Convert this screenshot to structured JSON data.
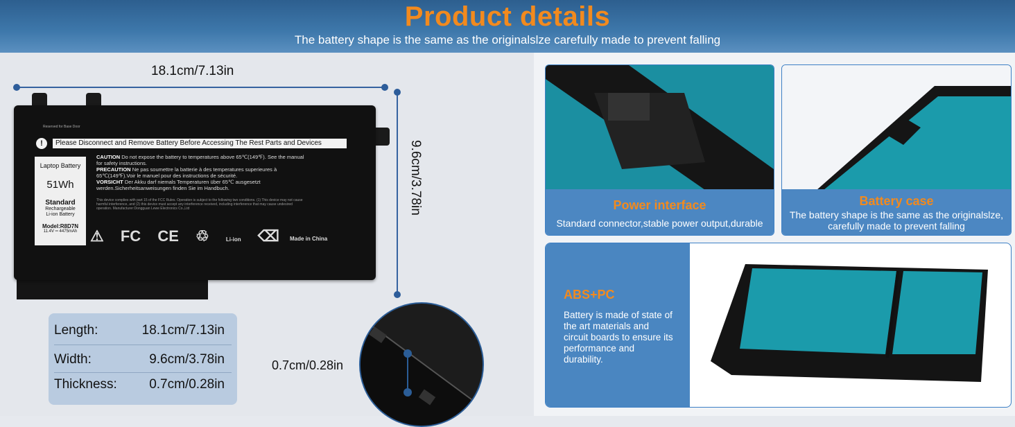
{
  "header": {
    "title": "Product details",
    "subtitle": "The battery shape is the same as the originalslze carefully made to prevent falling"
  },
  "dimensions": {
    "length_label": "18.1cm/7.13in",
    "height_label": "9.6cm/3.78in",
    "thickness_label": "0.7cm/0.28in"
  },
  "battery_label": {
    "reserved": "Reserved for Base Door",
    "warning": "Please Disconnect and Remove Battery Before Accessing The Rest Parts and Devices",
    "warning_symbol": "!",
    "type": "Laptop Battery",
    "capacity": "51Wh",
    "standard": "Standard",
    "rechargeable": "Rechargeable",
    "chemistry": "Li-ion Battery",
    "model": "Model:R8D7N",
    "rating": "11.4V ═ 4475mAh",
    "caution_head": "CAUTION",
    "caution_text": "Do not expose the battery to temperatures above 65℃(149℉). See the manual for safety instructions.",
    "precaution_head": "PRECAUTION",
    "precaution_text": "Ne pas soumettre la batterie à des temperatures superieures à 65℃(149℉).Voir le manuel pour des instructions de sécurité.",
    "vorsicht_head": "VORSICHT",
    "vorsicht_text": "Der Akku darf niemals Temperaturen über 65℃ ausgesetzt werden.Sicherheitsanweisungen finden Sie im Handbuch.",
    "fcc_text": "This device complies with part 15 of the FCC Rules. Operation is subject to the following two conditions. (1) This device may not cause harmful interference, and (2) this device must accept any interference received, including interference that may cause undesired operation. Manufacturer:Dongguan Lewe Electronics Co.,Ltd",
    "cert_fc": "FC",
    "cert_ce": "CE",
    "cert_liion": "Li-ion",
    "made_in": "Made in China"
  },
  "specs": [
    {
      "key": "Length:",
      "value": "18.1cm/7.13in"
    },
    {
      "key": "Width:",
      "value": "9.6cm/3.78in"
    },
    {
      "key": "Thickness:",
      "value": "0.7cm/0.28in"
    }
  ],
  "cards": {
    "power": {
      "title": "Power interface",
      "text": "Standard connector,stable power output,durable"
    },
    "case": {
      "title": "Battery case",
      "text": "The battery shape is the same as the originalslze, carefully made to prevent falling"
    }
  },
  "material": {
    "title": "ABS+PC",
    "text": "Battery is made of state of the art materials and circuit boards to ensure its performance and durability."
  },
  "colors": {
    "accent_orange": "#f28a1e",
    "header_blue": "#3e78ab",
    "panel_blue": "#4c87c2",
    "teal": "#1b9bab"
  }
}
